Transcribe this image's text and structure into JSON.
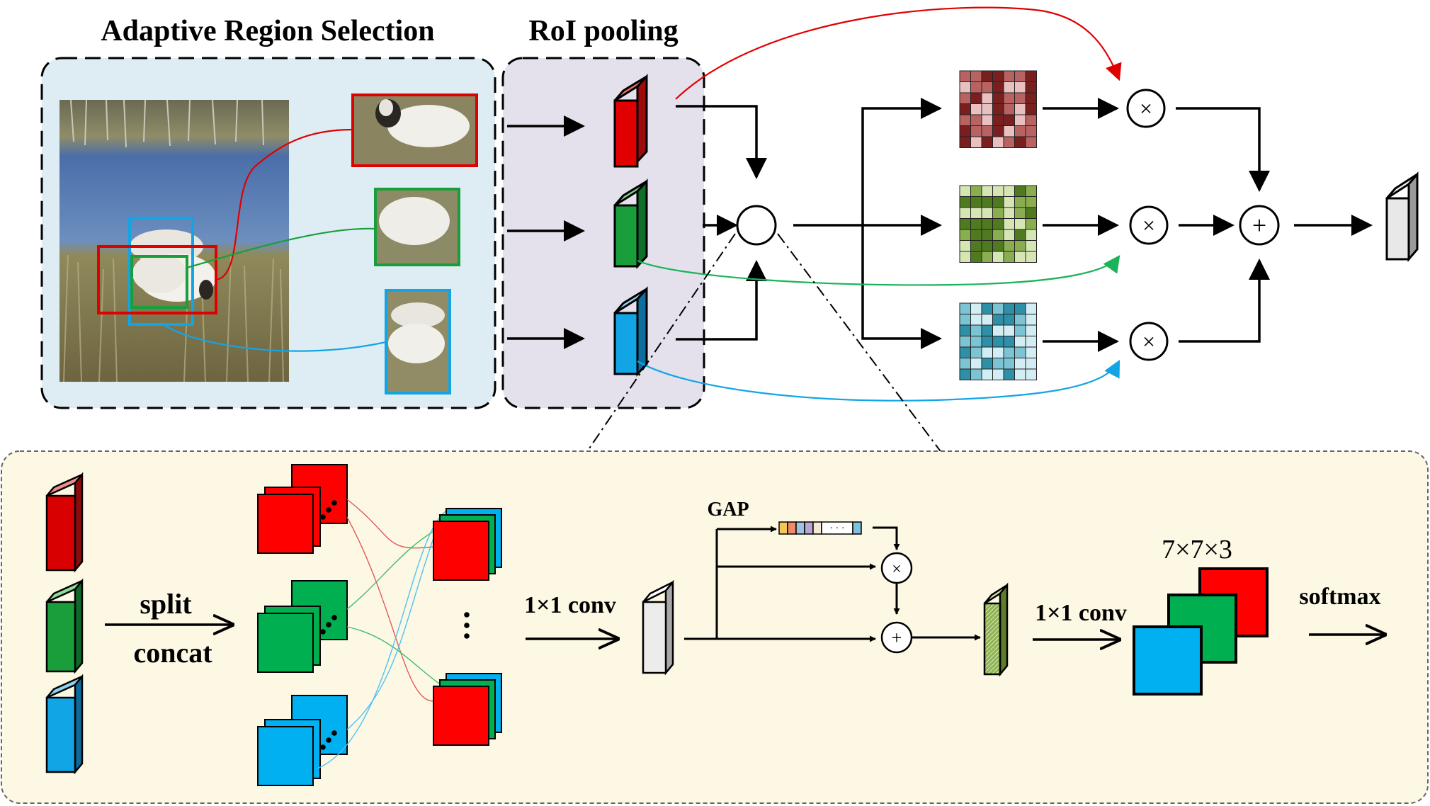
{
  "titles": {
    "region_selection": "Adaptive Region Selection",
    "roi_pooling": "RoI pooling"
  },
  "labels": {
    "split": "split",
    "concat": "concat",
    "conv1": "1×1 conv",
    "conv2": "1×1 conv",
    "gap": "GAP",
    "dims": "7×7×3",
    "softmax": "softmax",
    "vector_dots": "· · ·",
    "multiply": "×",
    "add": "+"
  },
  "colors": {
    "red": "#e00000",
    "green": "#1a9e3c",
    "blue": "#12a5e6",
    "panel_blue": "#deedf3",
    "panel_lavender": "#e4e1ec",
    "panel_cream": "#fdf8e4",
    "grid_red": [
      "#7a1f1f",
      "#b86262",
      "#e8c0c0"
    ],
    "grid_green": [
      "#4f7a1f",
      "#8aae4f",
      "#d5e6b4"
    ],
    "grid_blue": [
      "#2e8fa6",
      "#7cc3d3",
      "#d2edf3"
    ]
  },
  "icons": {
    "multiply": "circle-times-icon",
    "add": "circle-plus-icon",
    "fusion": "empty-circle-icon"
  }
}
